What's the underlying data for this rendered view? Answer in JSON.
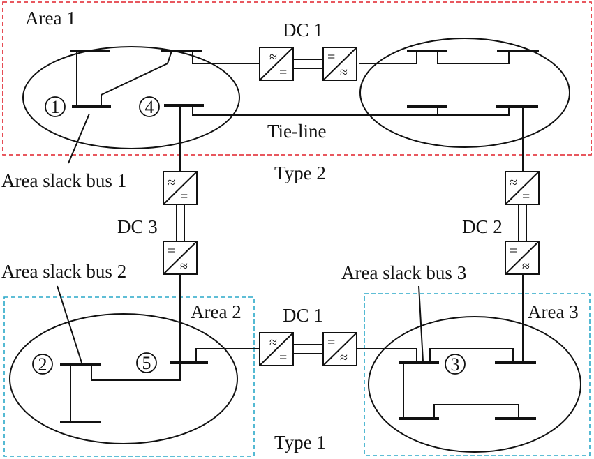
{
  "areas": {
    "area1": "Area 1",
    "area2": "Area 2",
    "area3": "Area 3"
  },
  "types": {
    "type1": "Type 1",
    "type2": "Type 2"
  },
  "dc_links": {
    "top": "DC 1",
    "middle": "DC 1",
    "left": "DC 3",
    "right": "DC 2"
  },
  "slack_buses": {
    "bus1": "Area slack bus 1",
    "bus2": "Area slack bus 2",
    "bus3": "Area slack bus 3"
  },
  "tie_line": "Tie-line",
  "node_numbers": {
    "n1": "1",
    "n2": "2",
    "n3": "3",
    "n4": "4",
    "n5": "5"
  },
  "symbols": {
    "ac": "≈",
    "dc": "="
  },
  "colors": {
    "type2_box": "#e0202a",
    "type1_box": "#2aa8c8",
    "ink": "#111111"
  }
}
